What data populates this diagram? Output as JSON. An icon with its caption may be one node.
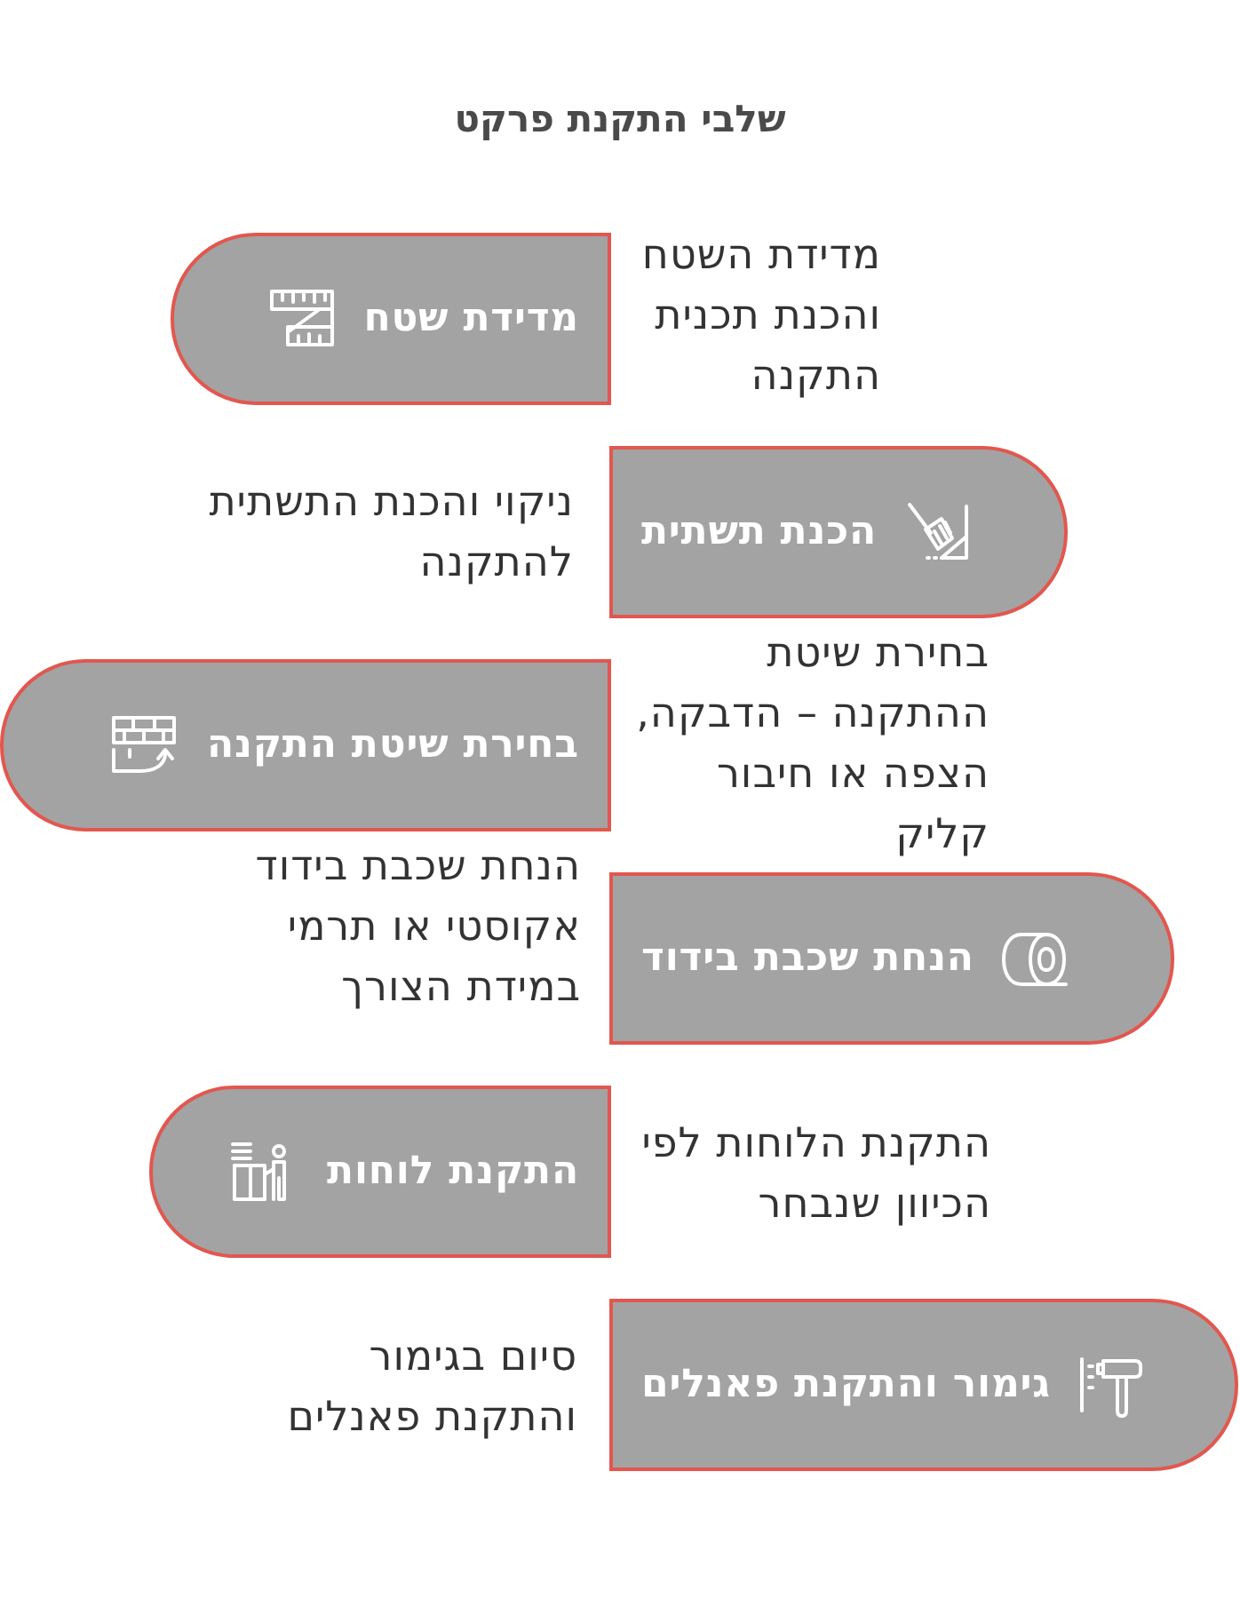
{
  "diagram": {
    "title": "שלבי התקנת פרקט",
    "nodes": [
      {
        "text": [
          "מדידת שטח"
        ],
        "beside": [
          "מדידת השטח והכנת תכנית התקנה"
        ]
      },
      {
        "text": [
          "הכנת תשתית"
        ],
        "beside": [
          "ניקוי והכנת התשתית להתקנה"
        ]
      },
      {
        "text": [
          "בחירת שיטת התקנה"
        ],
        "beside": [
          "בחירת שיטת ההתקנה – הדבקה, הצפה או חיבור קליק"
        ]
      },
      {
        "text": [
          "הנחת שכבת בידוד"
        ],
        "beside": [
          "הנחת שכבת בידוד אקוסטי או תרמי במידת הצורך"
        ]
      },
      {
        "text": [
          "התקנת לוחות"
        ],
        "beside": [
          "התקנת הלוחות לפי הכיוון שנבחר"
        ]
      },
      {
        "text": [
          "גימור והתקנת פאנלים"
        ],
        "beside": [
          "סיום בגימור והתקנת פאנלים"
        ]
      }
    ]
  }
}
